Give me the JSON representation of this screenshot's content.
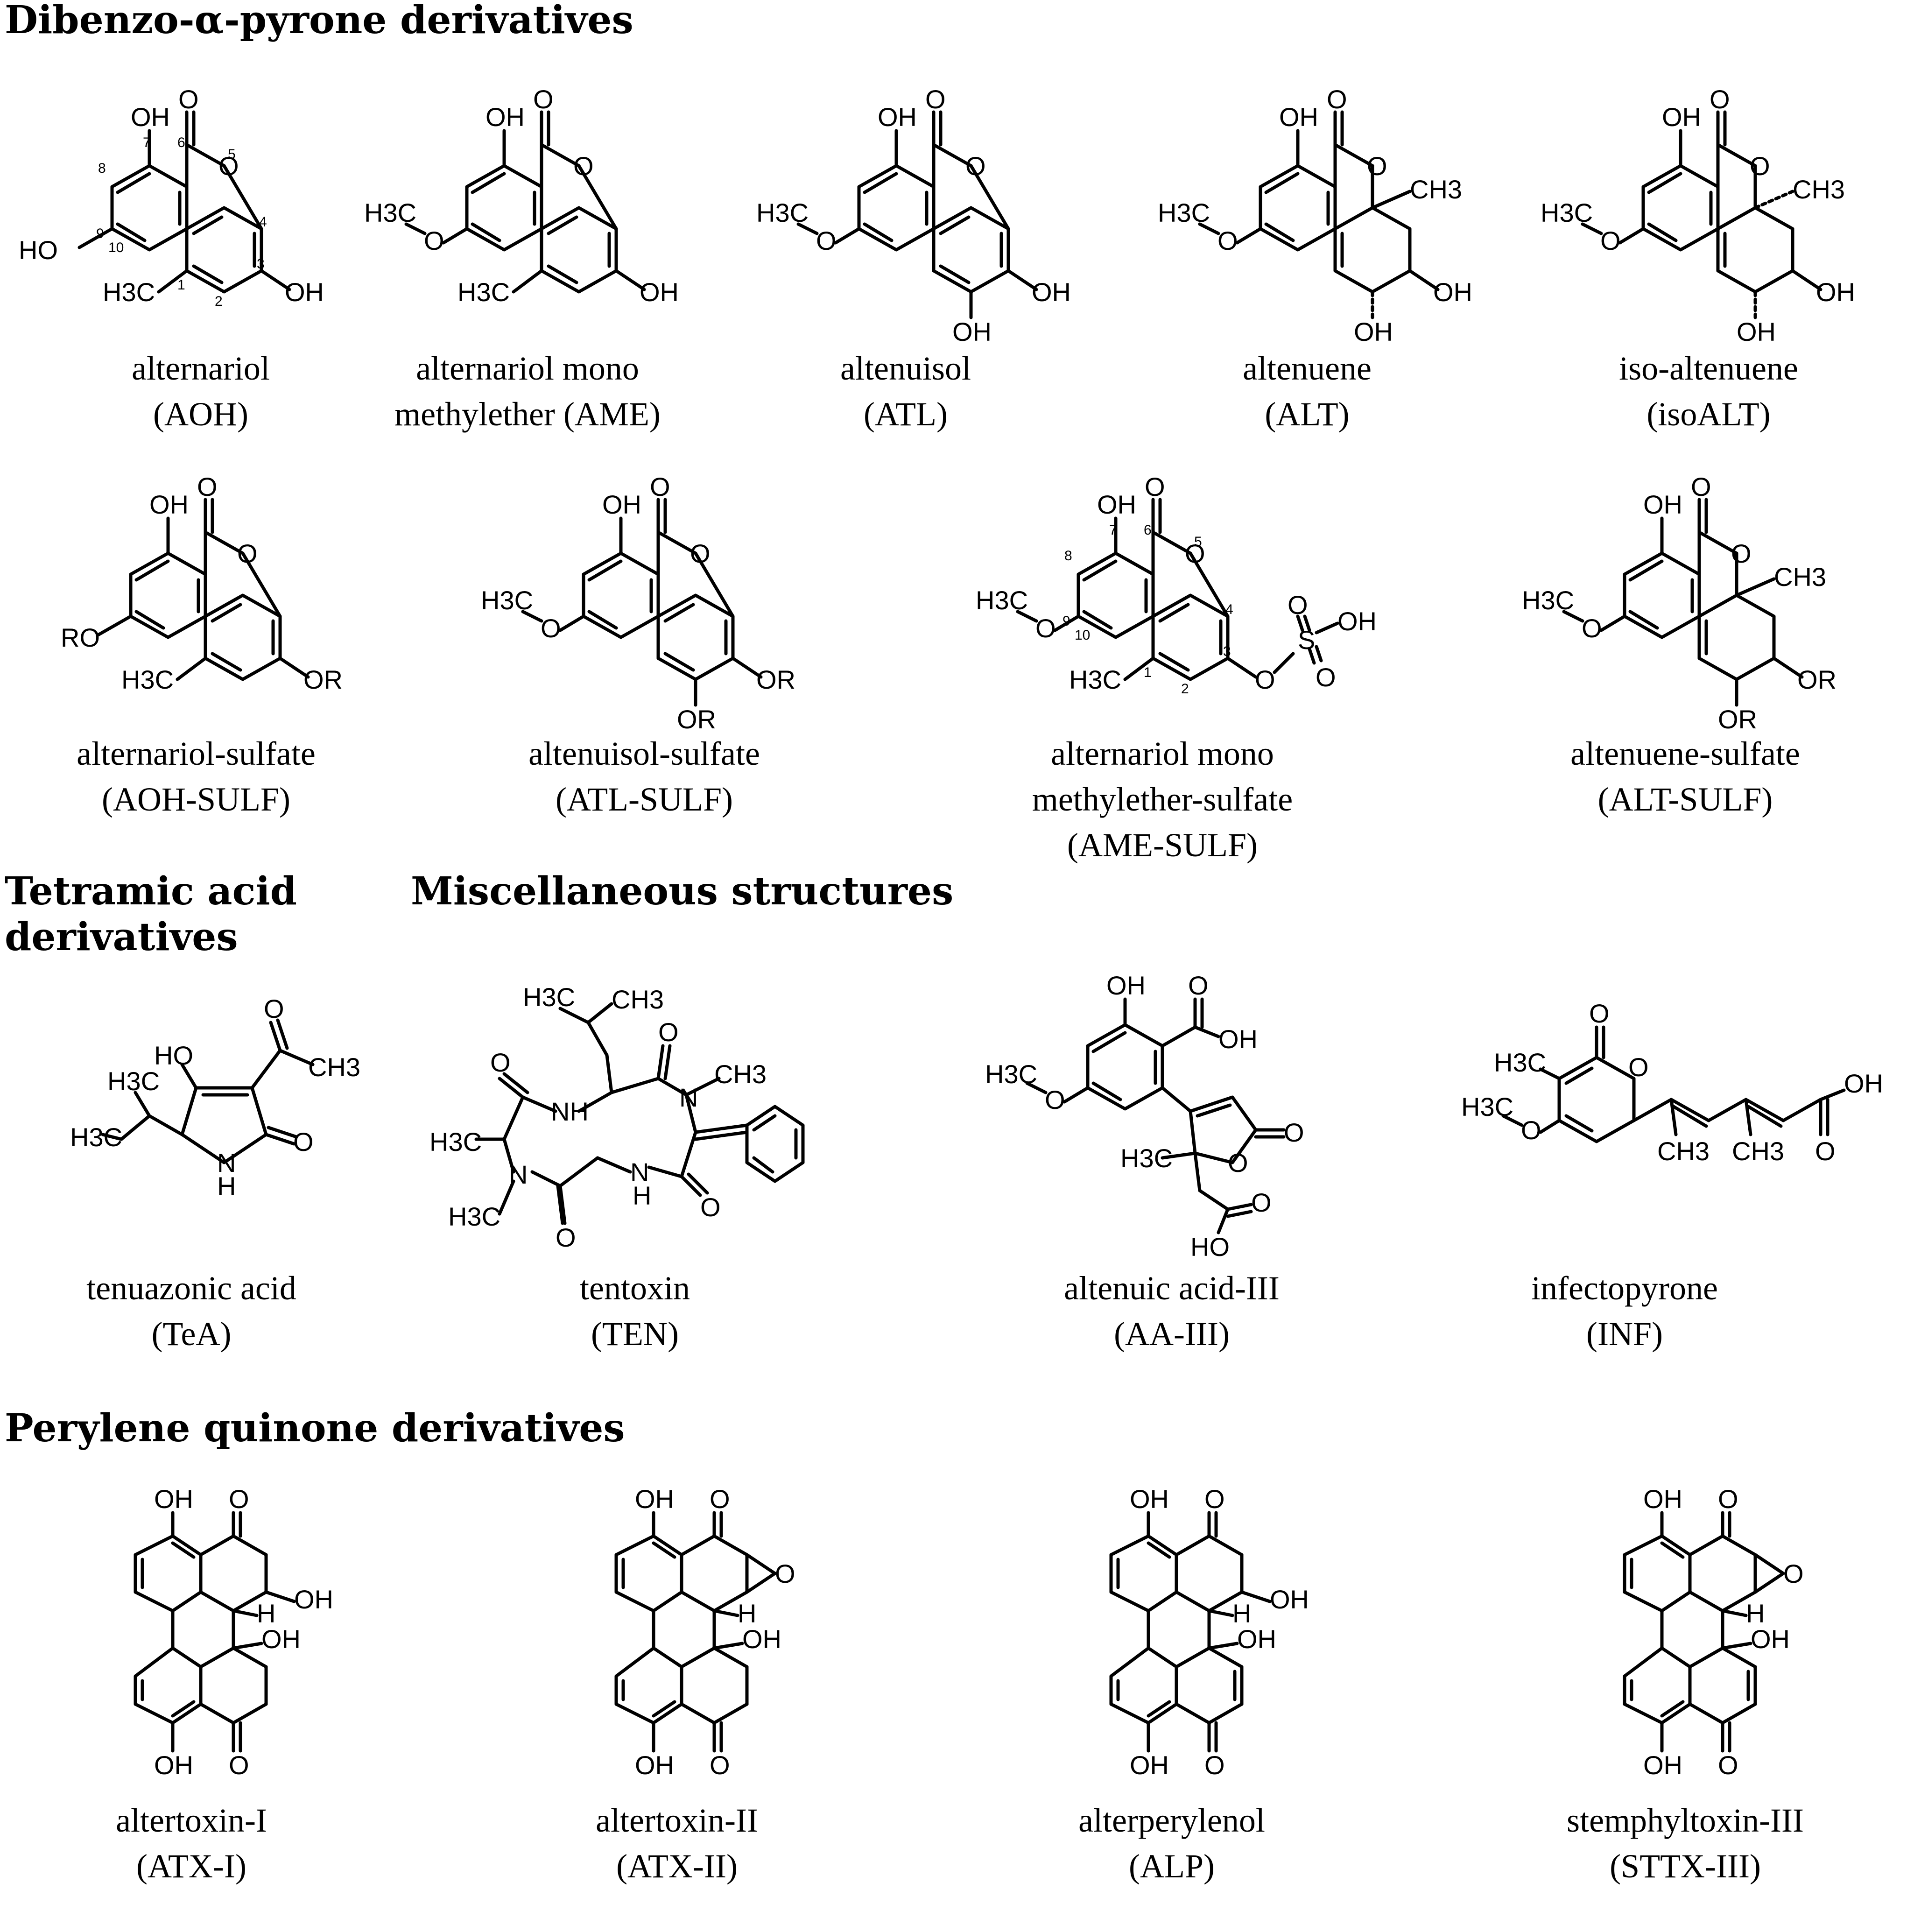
{
  "sections": {
    "dibenzo": "Dibenzo-α-pyrone derivatives",
    "tetramic": "Tetramic acid derivatives",
    "misc": "Miscellaneous structures",
    "perylene": "Perylene quinone derivatives"
  },
  "compounds": {
    "aoh": {
      "name": "alternariol",
      "abbr": "(AOH)"
    },
    "ame": {
      "name": "alternariol mono methylether (AME)",
      "abbr": ""
    },
    "atl": {
      "name": "altenuisol",
      "abbr": "(ATL)"
    },
    "alt": {
      "name": "altenuene",
      "abbr": "(ALT)"
    },
    "isoalt": {
      "name": "iso-altenuene",
      "abbr": "(isoALT)"
    },
    "aohsulf": {
      "name": "alternariol-sulfate",
      "abbr": "(AOH-SULF)"
    },
    "atlsulf": {
      "name": "altenuisol-sulfate",
      "abbr": "(ATL-SULF)"
    },
    "amesulf": {
      "name": "alternariol mono methylether-sulfate",
      "abbr": "(AME-SULF)"
    },
    "altsulf": {
      "name": "altenuene-sulfate",
      "abbr": "(ALT-SULF)"
    },
    "tea": {
      "name": "tenuazonic acid",
      "abbr": "(TeA)"
    },
    "ten": {
      "name": "tentoxin",
      "abbr": "(TEN)"
    },
    "aa3": {
      "name": "altenuic acid-III",
      "abbr": "(AA-III)"
    },
    "inf": {
      "name": "infectopyrone",
      "abbr": "(INF)"
    },
    "atx1": {
      "name": "altertoxin-I",
      "abbr": "(ATX-I)"
    },
    "atx2": {
      "name": "altertoxin-II",
      "abbr": "(ATX-II)"
    },
    "alp": {
      "name": "alterperylenol",
      "abbr": "(ALP)"
    },
    "sttx3": {
      "name": "stemphyltoxin-III",
      "abbr": "(STTX-III)"
    }
  },
  "atoms": {
    "oh": "OH",
    "ho": "HO",
    "o": "O",
    "h": "H",
    "nh": "NH",
    "n": "N",
    "hn": "HN",
    "ro": "RO",
    "or": "OR",
    "h3c": "H3C",
    "ch3": "CH3",
    "s": "S"
  },
  "positions": {
    "p1": "1",
    "p2": "2",
    "p3": "3",
    "p4": "4",
    "p5": "5",
    "p6": "6",
    "p7": "7",
    "p8": "8",
    "p9": "9",
    "p10": "10"
  }
}
